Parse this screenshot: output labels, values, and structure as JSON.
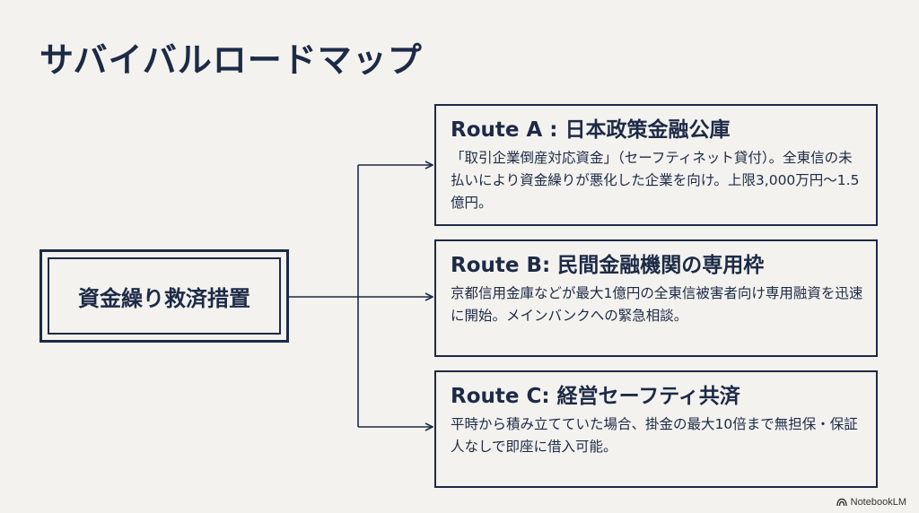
{
  "title": "サバイバルロードマップ",
  "center": {
    "label": "資金繰り救済措置"
  },
  "routes": [
    {
      "title": "Route A : 日本政策金融公庫",
      "description": "「取引企業倒産対応資金」（セーフティネット貸付）。全東信の未払いにより資金繰りが悪化した企業を向け。上限3,000万円〜1.5億円。"
    },
    {
      "title": "Route B: 民間金融機関の専用枠",
      "description": "京都信用金庫などが最大1億円の全東信被害者向け専用融資を迅速に開始。メインバンクへの緊急相談。"
    },
    {
      "title": "Route C: 経営セーフティ共済",
      "description": "平時から積み立てていた場合、掛金の最大10倍まで無担保・保証人なしで即座に借入可能。"
    }
  ],
  "watermark": {
    "text": "NotebookLM",
    "icon": "notebooklm-logo-icon"
  },
  "colors": {
    "navy": "#1d2a47",
    "background": "#f3f2ee"
  }
}
